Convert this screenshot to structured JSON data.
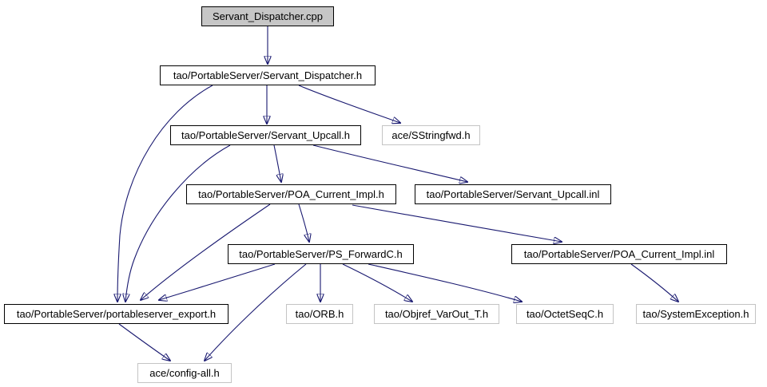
{
  "diagram": {
    "type": "include-dependency-graph",
    "colors": {
      "edge": "#191970",
      "internal_node_border": "#000000",
      "external_node_border": "#c4c4c4",
      "root_node_fill": "#c6c6c6",
      "node_fill": "#ffffff",
      "background": "#ffffff"
    },
    "nodes": [
      {
        "id": "servant-dispatcher-cpp",
        "label": "Servant_Dispatcher.cpp",
        "type": "root"
      },
      {
        "id": "servant-dispatcher-h",
        "label": "tao/PortableServer/Servant_Dispatcher.h",
        "type": "internal"
      },
      {
        "id": "servant-upcall-h",
        "label": "tao/PortableServer/Servant_Upcall.h",
        "type": "internal"
      },
      {
        "id": "sstringfwd-h",
        "label": "ace/SStringfwd.h",
        "type": "external"
      },
      {
        "id": "poa-current-impl-h",
        "label": "tao/PortableServer/POA_Current_Impl.h",
        "type": "internal"
      },
      {
        "id": "servant-upcall-inl",
        "label": "tao/PortableServer/Servant_Upcall.inl",
        "type": "internal"
      },
      {
        "id": "ps-forwardc-h",
        "label": "tao/PortableServer/PS_ForwardC.h",
        "type": "internal"
      },
      {
        "id": "poa-current-impl-inl",
        "label": "tao/PortableServer/POA_Current_Impl.inl",
        "type": "internal"
      },
      {
        "id": "portableserver-export-h",
        "label": "tao/PortableServer/portableserver_export.h",
        "type": "internal"
      },
      {
        "id": "orb-h",
        "label": "tao/ORB.h",
        "type": "external"
      },
      {
        "id": "objref-varout-t-h",
        "label": "tao/Objref_VarOut_T.h",
        "type": "external"
      },
      {
        "id": "octetseqc-h",
        "label": "tao/OctetSeqC.h",
        "type": "external"
      },
      {
        "id": "systemexception-h",
        "label": "tao/SystemException.h",
        "type": "external"
      },
      {
        "id": "config-all-h",
        "label": "ace/config-all.h",
        "type": "external"
      }
    ],
    "edges": [
      {
        "from": "servant-dispatcher-cpp",
        "to": "servant-dispatcher-h"
      },
      {
        "from": "servant-dispatcher-h",
        "to": "servant-upcall-h"
      },
      {
        "from": "servant-dispatcher-h",
        "to": "sstringfwd-h"
      },
      {
        "from": "servant-dispatcher-h",
        "to": "portableserver-export-h"
      },
      {
        "from": "servant-upcall-h",
        "to": "poa-current-impl-h"
      },
      {
        "from": "servant-upcall-h",
        "to": "servant-upcall-inl"
      },
      {
        "from": "servant-upcall-h",
        "to": "portableserver-export-h"
      },
      {
        "from": "poa-current-impl-h",
        "to": "ps-forwardc-h"
      },
      {
        "from": "poa-current-impl-h",
        "to": "poa-current-impl-inl"
      },
      {
        "from": "poa-current-impl-h",
        "to": "portableserver-export-h"
      },
      {
        "from": "ps-forwardc-h",
        "to": "portableserver-export-h"
      },
      {
        "from": "ps-forwardc-h",
        "to": "config-all-h"
      },
      {
        "from": "ps-forwardc-h",
        "to": "orb-h"
      },
      {
        "from": "ps-forwardc-h",
        "to": "objref-varout-t-h"
      },
      {
        "from": "ps-forwardc-h",
        "to": "octetseqc-h"
      },
      {
        "from": "poa-current-impl-inl",
        "to": "systemexception-h"
      },
      {
        "from": "portableserver-export-h",
        "to": "config-all-h"
      }
    ]
  }
}
